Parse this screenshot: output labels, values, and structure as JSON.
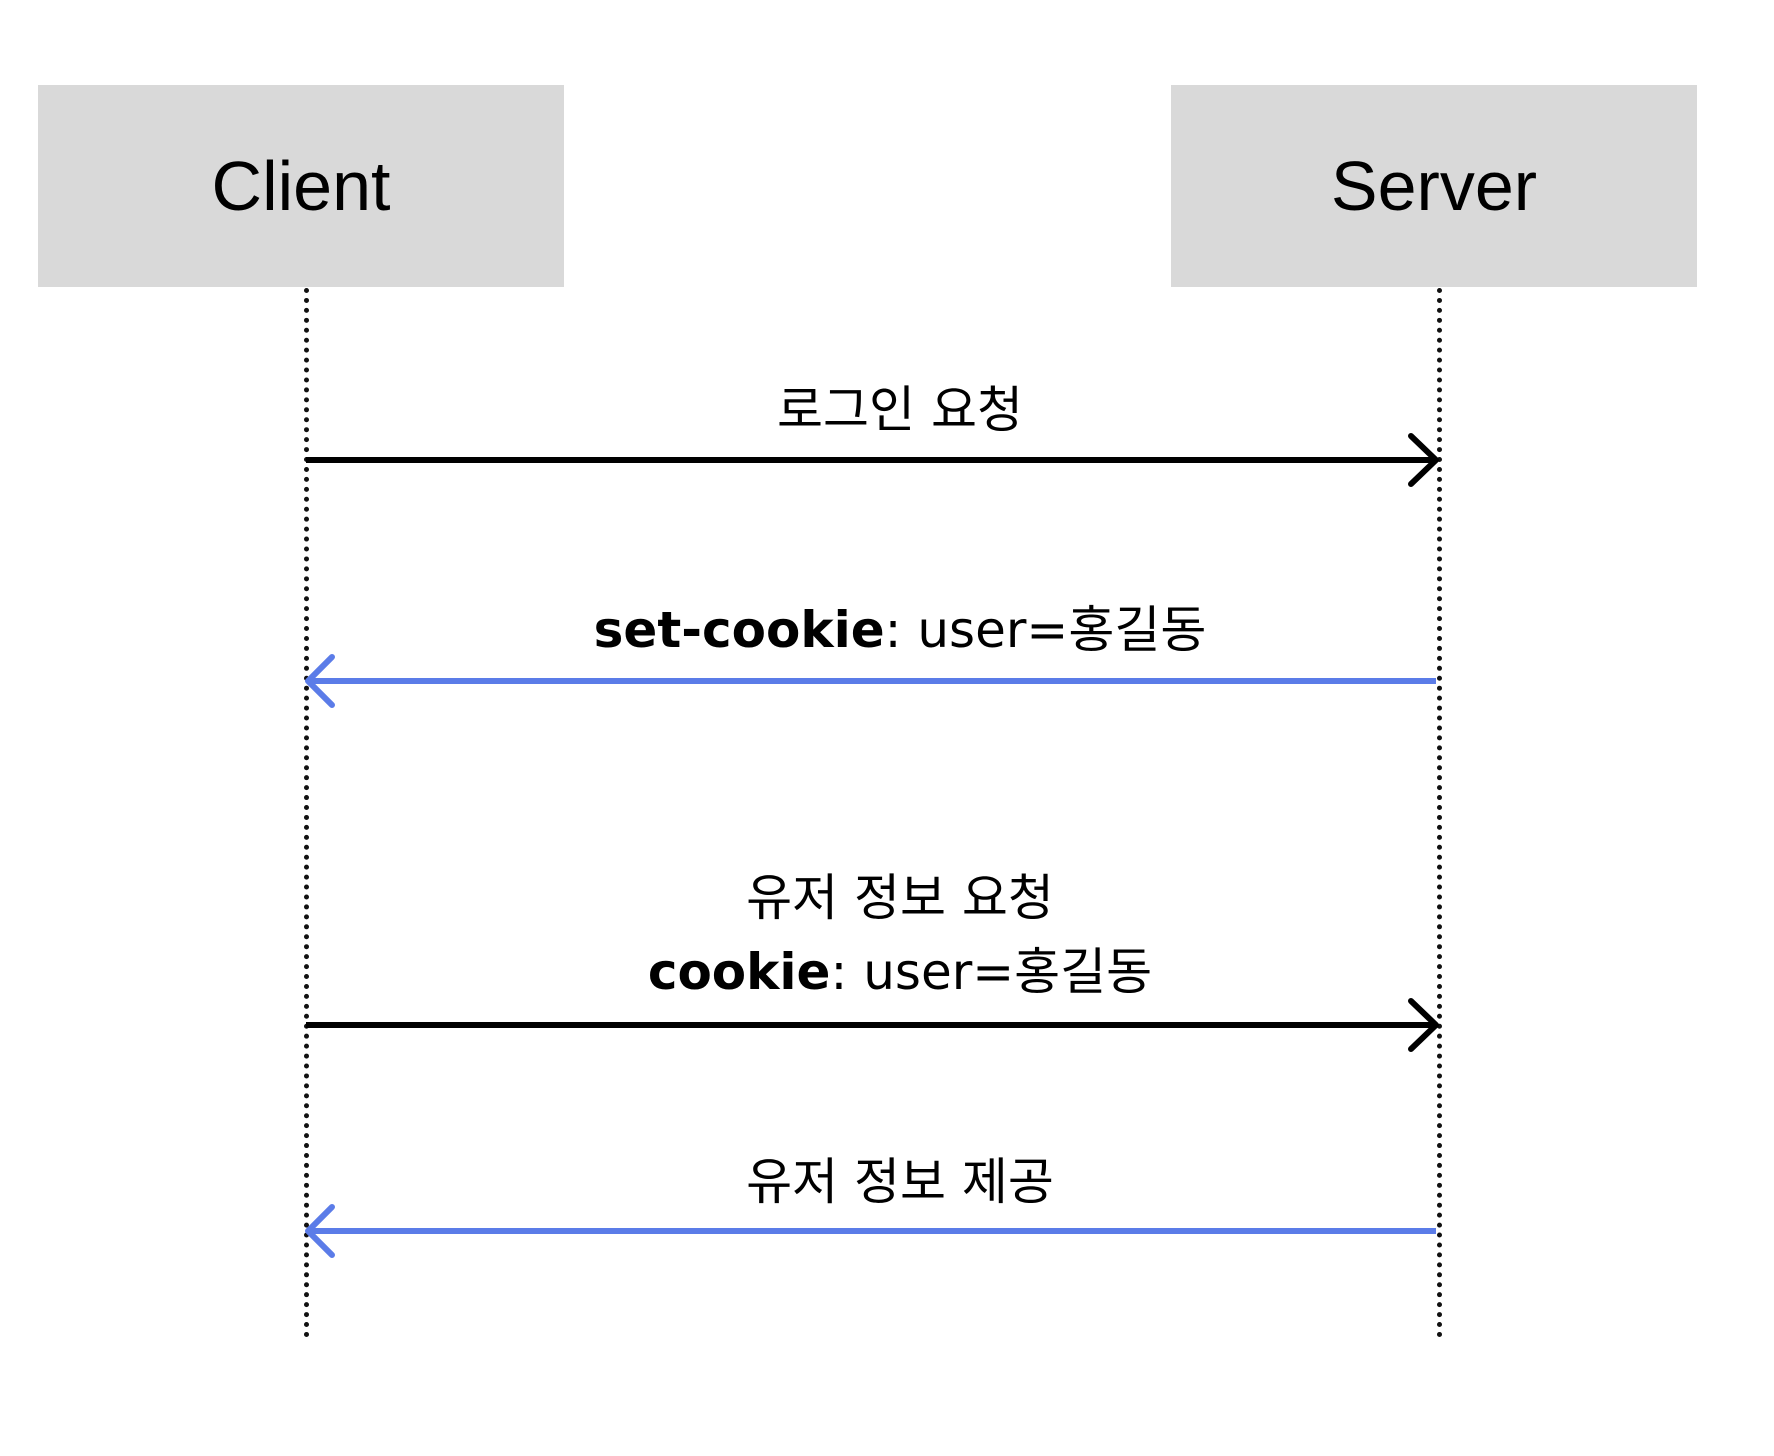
{
  "actors": {
    "client": "Client",
    "server": "Server"
  },
  "colors": {
    "request_arrow": "#000000",
    "response_arrow": "#5b7ce8",
    "actor_box": "#d9d9d9"
  },
  "messages": [
    {
      "direction": "client-to-server",
      "text": "로그인 요청"
    },
    {
      "direction": "server-to-client",
      "header": "set-cookie",
      "value": ": user=홍길동"
    },
    {
      "direction": "client-to-server",
      "text": "유저 정보 요청",
      "header": "cookie",
      "value": ": user=홍길동"
    },
    {
      "direction": "server-to-client",
      "text": "유저 정보 제공"
    }
  ]
}
